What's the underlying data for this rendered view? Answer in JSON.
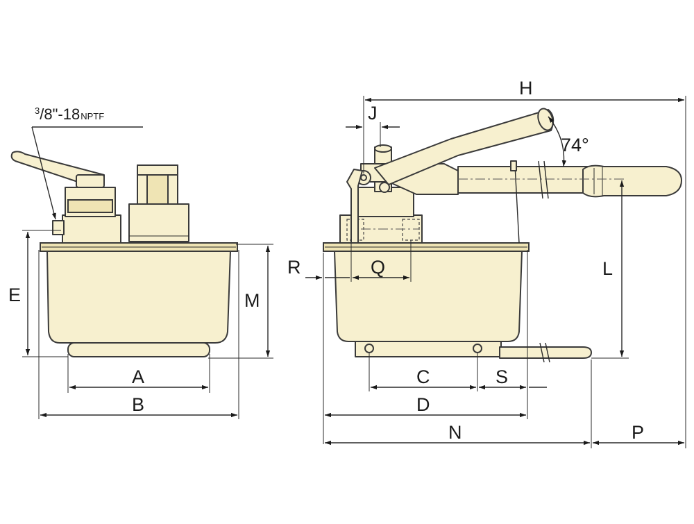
{
  "thread_spec": {
    "prefix": "3",
    "suffix": "/8\"-18",
    "unit": "NPTF"
  },
  "angle_label": "74°",
  "dimensions": {
    "A": "A",
    "B": "B",
    "C": "C",
    "D": "D",
    "E": "E",
    "H": "H",
    "J": "J",
    "L": "L",
    "M": "M",
    "N": "N",
    "P": "P",
    "Q": "Q",
    "R": "R",
    "S": "S"
  },
  "colors": {
    "body_fill": "#f7f0cf",
    "outline": "#3a3a3a",
    "dimension_line": "#2a2a2a"
  }
}
